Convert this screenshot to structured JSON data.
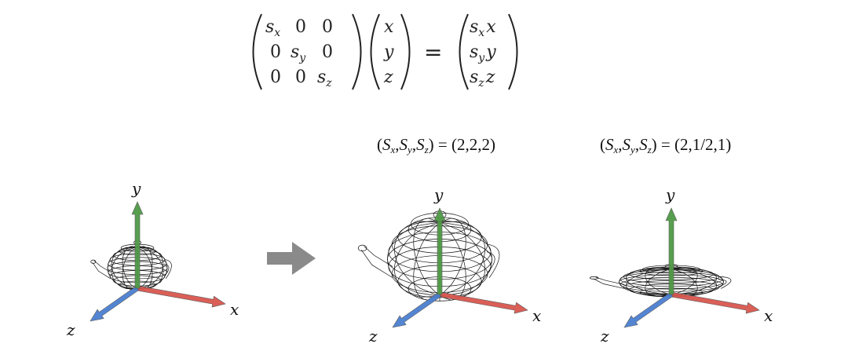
{
  "equation": {
    "matrix": [
      [
        "s_x",
        "0",
        "0"
      ],
      [
        "0",
        "s_y",
        "0"
      ],
      [
        "0",
        "0",
        "s_z"
      ]
    ],
    "vector": [
      "x",
      "y",
      "z"
    ],
    "equals": "=",
    "result": [
      "s_x x",
      "s_y y",
      "s_z z"
    ]
  },
  "panels": [
    {
      "id": "original",
      "caption": null,
      "axes": {
        "x": "x",
        "y": "y",
        "z": "z"
      },
      "scale": [
        1,
        1,
        1
      ]
    },
    {
      "id": "uniform",
      "caption": {
        "prefix": "(",
        "parts": [
          {
            "base": "S",
            "sub": "x"
          },
          {
            "base": "S",
            "sub": "y"
          },
          {
            "base": "S",
            "sub": "z"
          }
        ],
        "values": "(2,2,2)"
      },
      "axes": {
        "x": "x",
        "y": "y",
        "z": "z"
      },
      "scale": [
        2,
        2,
        2
      ]
    },
    {
      "id": "nonuniform",
      "caption": {
        "prefix": "(",
        "parts": [
          {
            "base": "S",
            "sub": "x"
          },
          {
            "base": "S",
            "sub": "y"
          },
          {
            "base": "S",
            "sub": "z"
          }
        ],
        "values": "(2,1/2,1)"
      },
      "axes": {
        "x": "x",
        "y": "y",
        "z": "z"
      },
      "scale": [
        2,
        0.5,
        1
      ]
    }
  ],
  "colors": {
    "x_axis": "#d9574f",
    "y_axis": "#4f9a46",
    "z_axis": "#4a7fd0",
    "wireframe": "#111111",
    "transform_arrow": "#8a8a8a"
  }
}
